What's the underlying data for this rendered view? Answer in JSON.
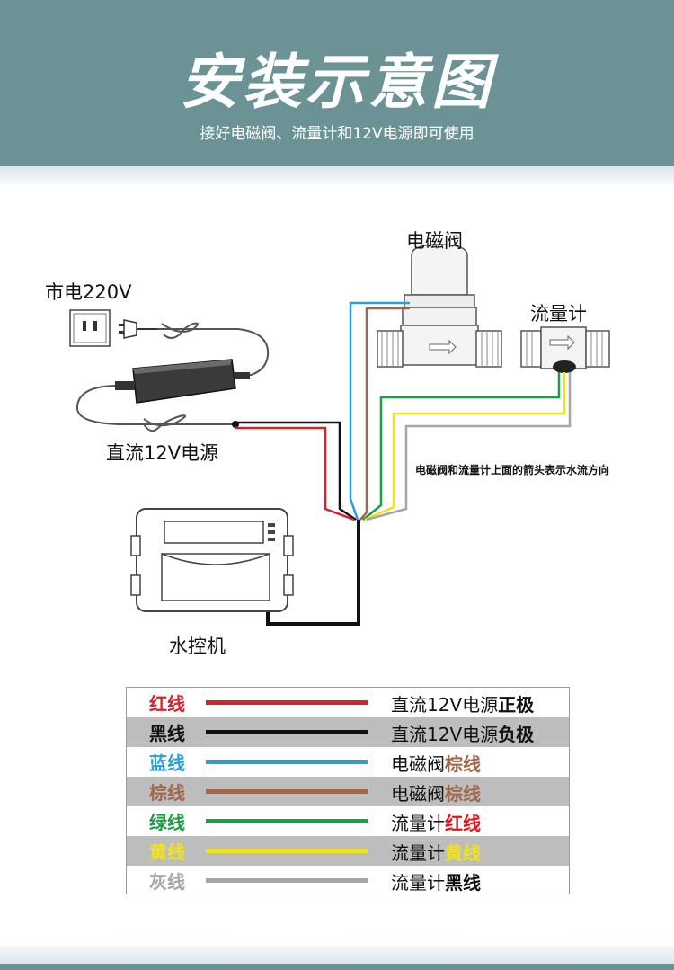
{
  "header": {
    "title": "安装示意图",
    "subtitle": "接好电磁阀、流量计和12V电源即可使用"
  },
  "diagram": {
    "mains_label": "市电220V",
    "dc_power_label": "直流12V电源",
    "valve_label": "电磁阀",
    "flowmeter_label": "流量计",
    "controller_label": "水控机",
    "arrow_note": "电磁阀和流量计上面的箭头表示水流方向"
  },
  "legend": {
    "rows": [
      {
        "name": "红线",
        "color": "#d0262b",
        "desc": "直流12V电源",
        "desc_bold": "正极",
        "bold_color": "#111111"
      },
      {
        "name": "黑线",
        "color": "#111111",
        "desc": "直流12V电源",
        "desc_bold": "负极",
        "bold_color": "#111111"
      },
      {
        "name": "蓝线",
        "color": "#2a9fd6",
        "desc": "电磁阀",
        "desc_bold": "棕线",
        "bold_color": "#a0674a"
      },
      {
        "name": "棕线",
        "color": "#a0674a",
        "desc": "电磁阀",
        "desc_bold": "棕线",
        "bold_color": "#a0674a"
      },
      {
        "name": "绿线",
        "color": "#1e9c46",
        "desc": "流量计",
        "desc_bold": "红线",
        "bold_color": "#e0141b"
      },
      {
        "name": "黄线",
        "color": "#f2e21a",
        "desc": "流量计",
        "desc_bold": "黄线",
        "bold_color": "#f2e21a"
      },
      {
        "name": "灰线",
        "color": "#a6a6a6",
        "desc": "流量计",
        "desc_bold": "黑线",
        "bold_color": "#111111"
      }
    ]
  }
}
